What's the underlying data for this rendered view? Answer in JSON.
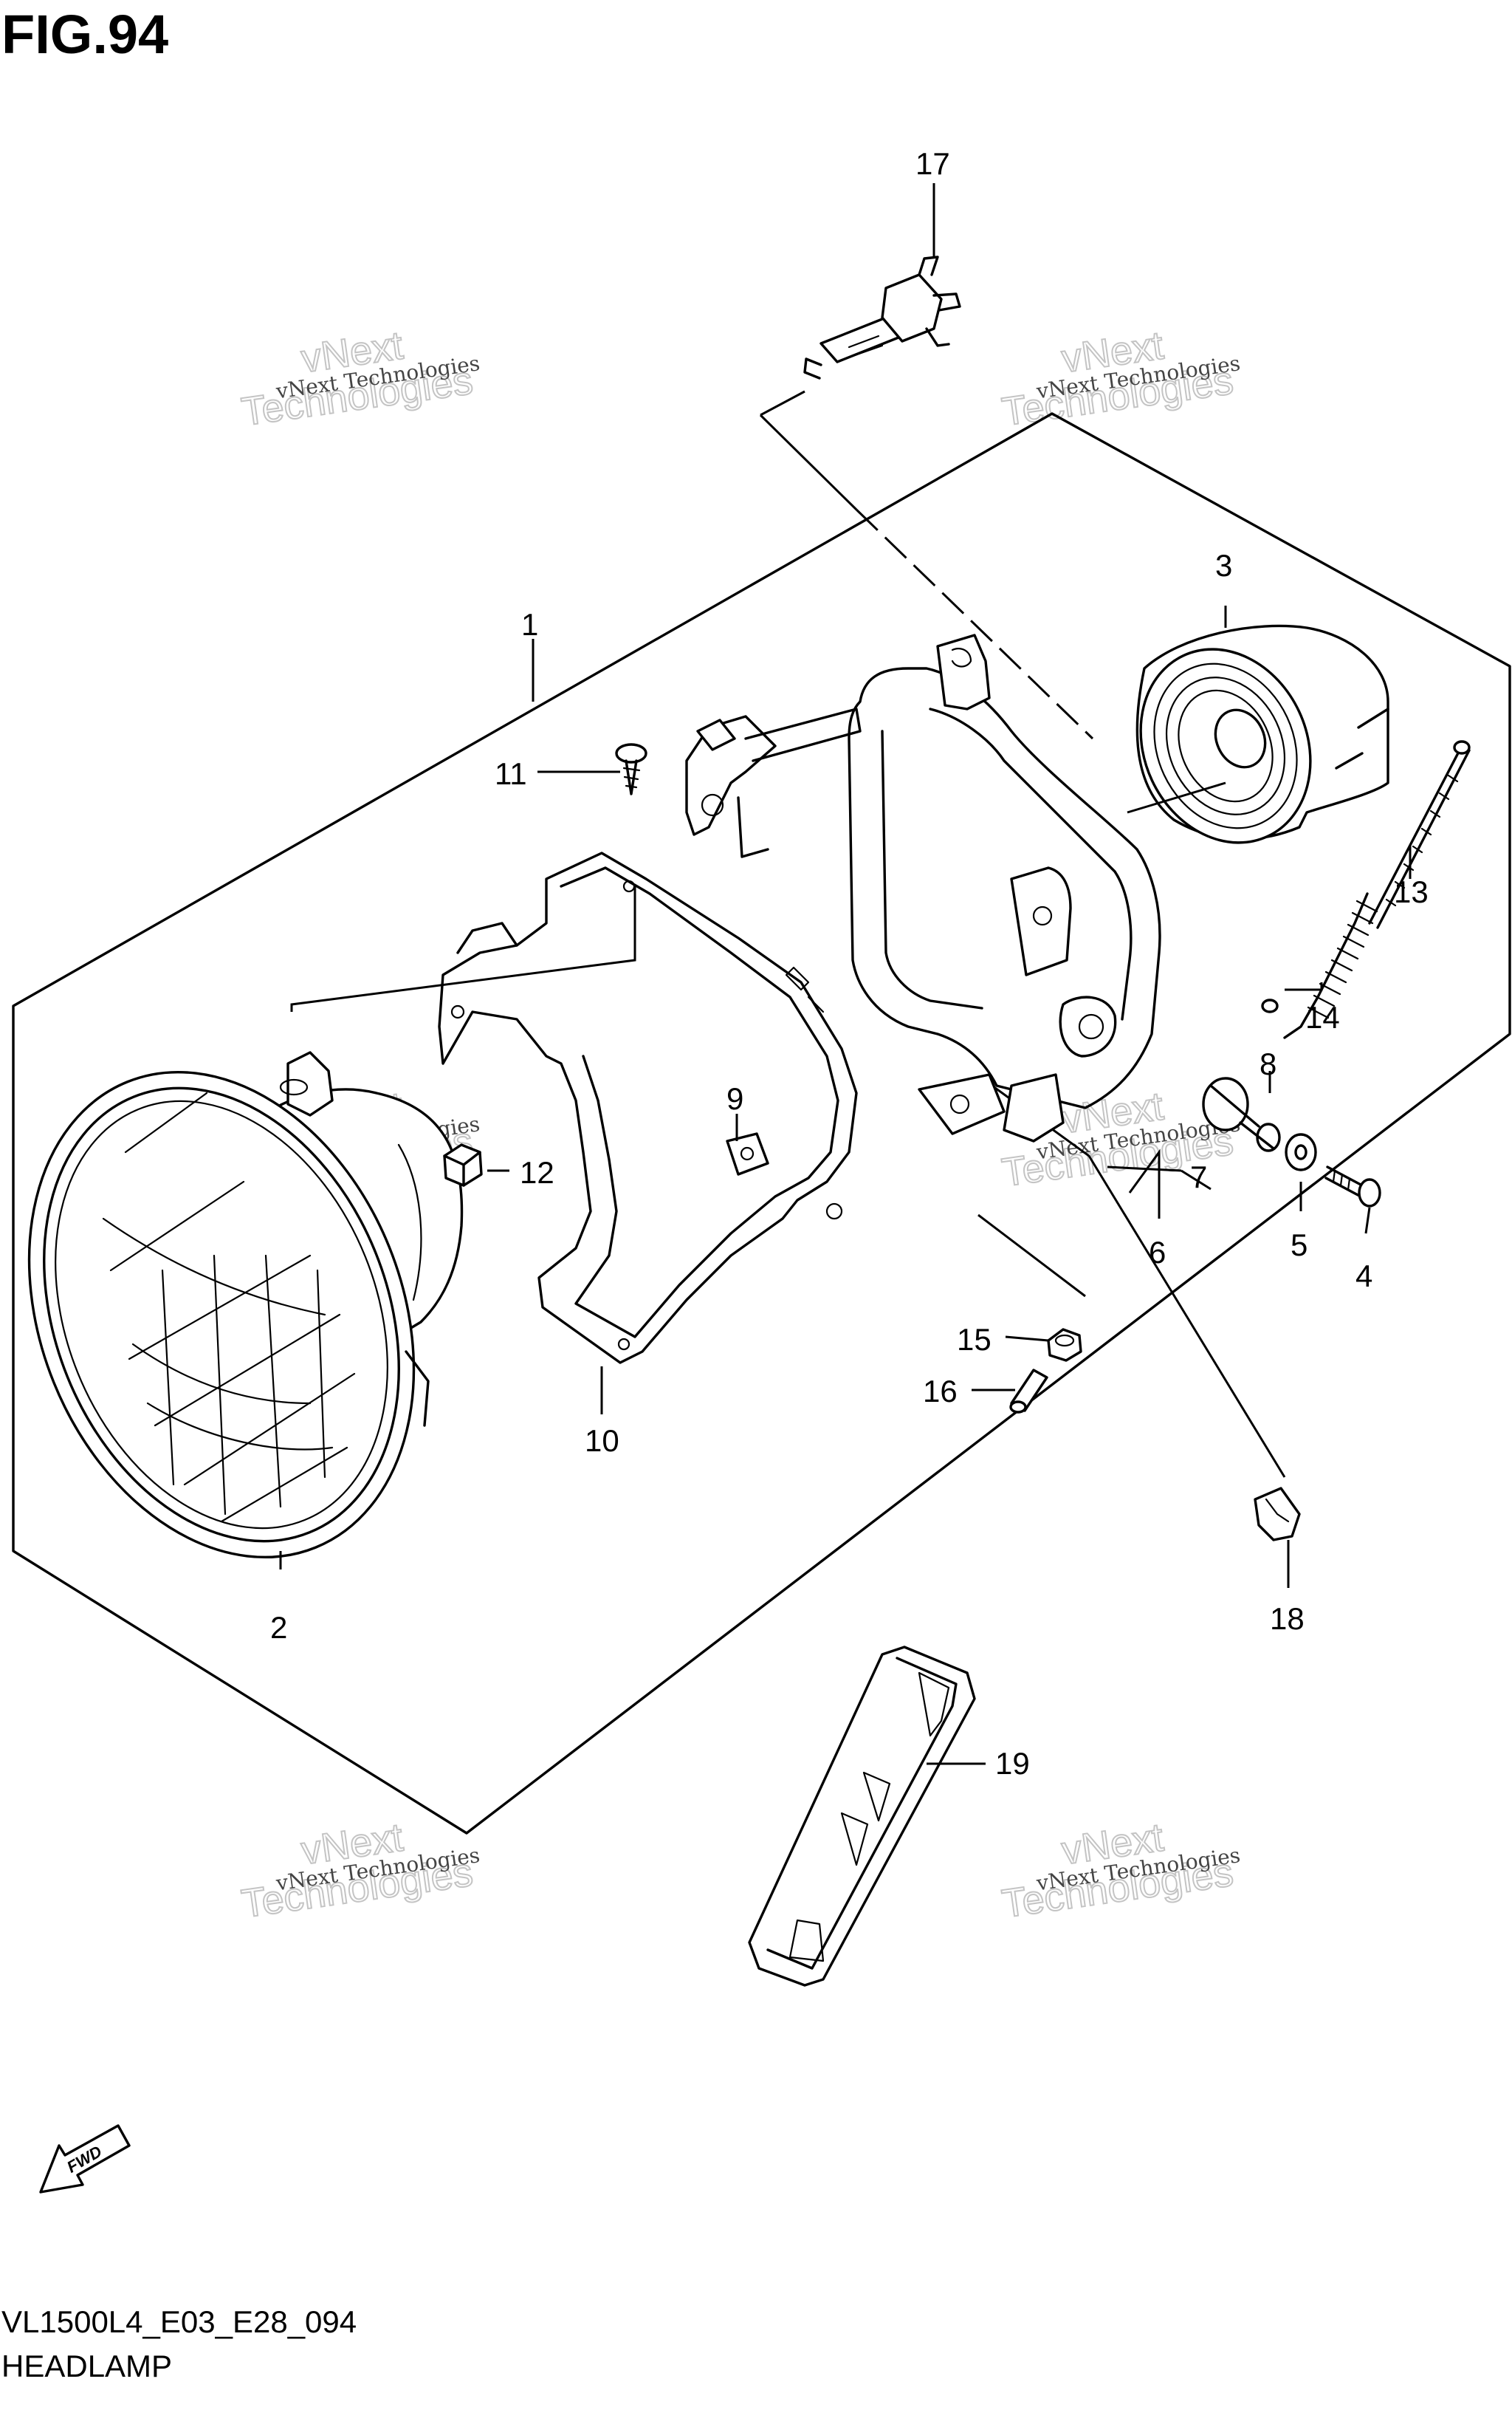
{
  "figure": {
    "title": "FIG.94",
    "model_code": "VL1500L4_E03_E28_094",
    "name": "HEADLAMP"
  },
  "direction_arrow": {
    "label": "FWD",
    "icon": "fwd-arrow-icon"
  },
  "watermark": {
    "line1": "vNext Technologies",
    "line2": "Technologies",
    "line3": "vNext"
  },
  "callouts": [
    "1",
    "2",
    "3",
    "4",
    "5",
    "6",
    "7",
    "8",
    "9",
    "10",
    "11",
    "12",
    "13",
    "14",
    "15",
    "16",
    "17",
    "18",
    "19"
  ]
}
